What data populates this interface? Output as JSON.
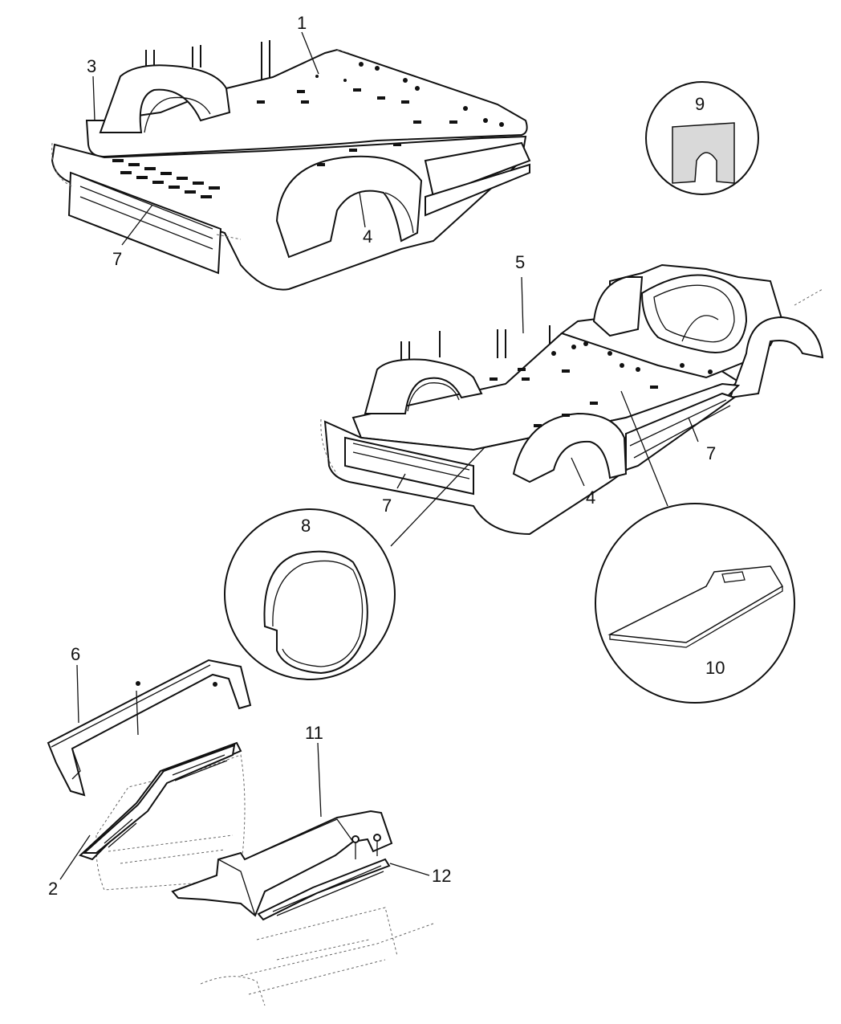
{
  "callouts": {
    "c1": "1",
    "c2": "2",
    "c3": "3",
    "c4a": "4",
    "c4b": "4",
    "c5": "5",
    "c6": "6",
    "c7a": "7",
    "c7b": "7",
    "c7c": "7",
    "c8": "8",
    "c9": "9",
    "c10": "10",
    "c11": "11",
    "c12": "12"
  }
}
